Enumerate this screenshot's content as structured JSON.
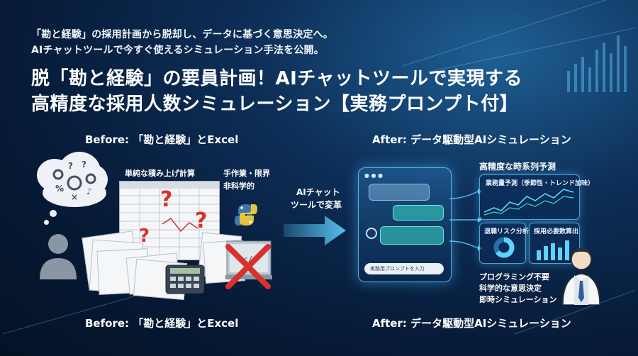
{
  "header": {
    "subtitle_line1": "「勘と経験」の採用計画から脱却し、データに基づく意思決定へ。",
    "subtitle_line2": "AIチャットツールで今すぐ使えるシミュレーション手法を公開。",
    "title_line1": "脱「勘と経験」の要員計画！AIチャットツールで実現する",
    "title_line2": "高精度な採用人数シミュレーション【実務プロンプト付】"
  },
  "before": {
    "label_top": "Before: 「勘と経験」とExcel",
    "label_bottom": "Before: 「勘と経験」とExcel",
    "note_simple": "単純な積み上げ計算",
    "note_manual_1": "手作業・限界",
    "note_manual_2": "非科学的"
  },
  "transition": {
    "line1": "AIチャット",
    "line2": "ツールで変革"
  },
  "after": {
    "label_top": "After: データ駆動型AIシミュレーション",
    "label_bottom": "After: データ駆動型AIシミュレーション",
    "forecast_title": "高精度な時系列予測",
    "demand_panel_label": "業務量予測（季節性・トレンド加味）",
    "attrition_label": "退職リスク分析",
    "hiring_label": "採用必要数算出",
    "prompt_placeholder": "実務用プロンプトを入力",
    "benefit_1": "プログラミング不要",
    "benefit_2": "科学的な意思決定",
    "benefit_3": "即時シミュレーション"
  },
  "colors": {
    "accent_cyan": "#5fd2ff",
    "cross_red": "#d6312a",
    "question_red": "#d6312a",
    "python_blue": "#3d79b0",
    "python_yellow": "#f2cc3c"
  },
  "icons": [
    "gear-icon",
    "question-icon",
    "python-logo-icon",
    "calculator-icon",
    "cross-icon",
    "arrow-right-icon",
    "person-icon",
    "businessman-icon",
    "chat-bubble-icon",
    "line-chart-icon",
    "donut-chart-icon",
    "bar-chart-icon"
  ]
}
